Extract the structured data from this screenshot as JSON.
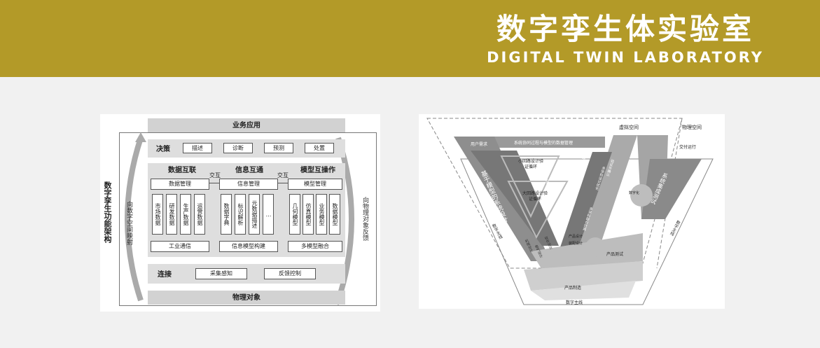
{
  "banner": {
    "title": "数字孪生体实验室",
    "subtitle": "DIGITAL TWIN LABORATORY",
    "color": "#b39a28"
  },
  "left_diagram": {
    "top_bar": "业务应用",
    "bottom_bar": "物理对象",
    "side_title": "数字孪生功能架构",
    "left_arrow_label": "向数字空间映射",
    "right_arrow_label": "向物理对象反馈",
    "decision": {
      "label": "决策",
      "items": [
        "描述",
        "诊断",
        "预测",
        "处置"
      ]
    },
    "connector_label": "交互",
    "groups": [
      {
        "title": "数据互联",
        "manager": "数据管理",
        "items": [
          "市场数据",
          "研发数据",
          "生产数据",
          "运营数据"
        ],
        "footer": "工业通信"
      },
      {
        "title": "信息互通",
        "manager": "信息管理",
        "items": [
          "数据字典",
          "标识解析",
          "元数据描述",
          "…"
        ],
        "footer": "信息模型构建"
      },
      {
        "title": "模型互操作",
        "manager": "模型管理",
        "items": [
          "几何模型",
          "仿真模型",
          "业务模型",
          "数据模型"
        ],
        "footer": "多模型融合"
      }
    ],
    "connection": {
      "label": "连接",
      "items": [
        "采集感知",
        "反馈控制"
      ]
    }
  },
  "right_diagram": {
    "virtual_space": "虚拟空间",
    "physical_space": "物理空间",
    "user_requirements": "用户需求",
    "delivery_operation": "交付运行",
    "top_band": "系统协同过程与模型的数据管理",
    "small_loop": "小回路设计验证循环",
    "big_loop": "大回路设计验证循环",
    "left_arm": "基于模型的系统设计",
    "right_arm": "系统集成测试",
    "product_test": "产品测试",
    "product_manufacture": "产品制造",
    "digital_thread_left": "数字主线",
    "digital_thread_right": "数字主线",
    "digital_thread_bottom": "数字主线",
    "inner_labels": [
      "统一的系统功能描述",
      "多学科联合仿真",
      "多学科设计优化",
      "验证与确认",
      "系统功能评价",
      "电气设计",
      "机械设计",
      "软件设计",
      "产品设计",
      "装配设计",
      "数字化"
    ]
  }
}
